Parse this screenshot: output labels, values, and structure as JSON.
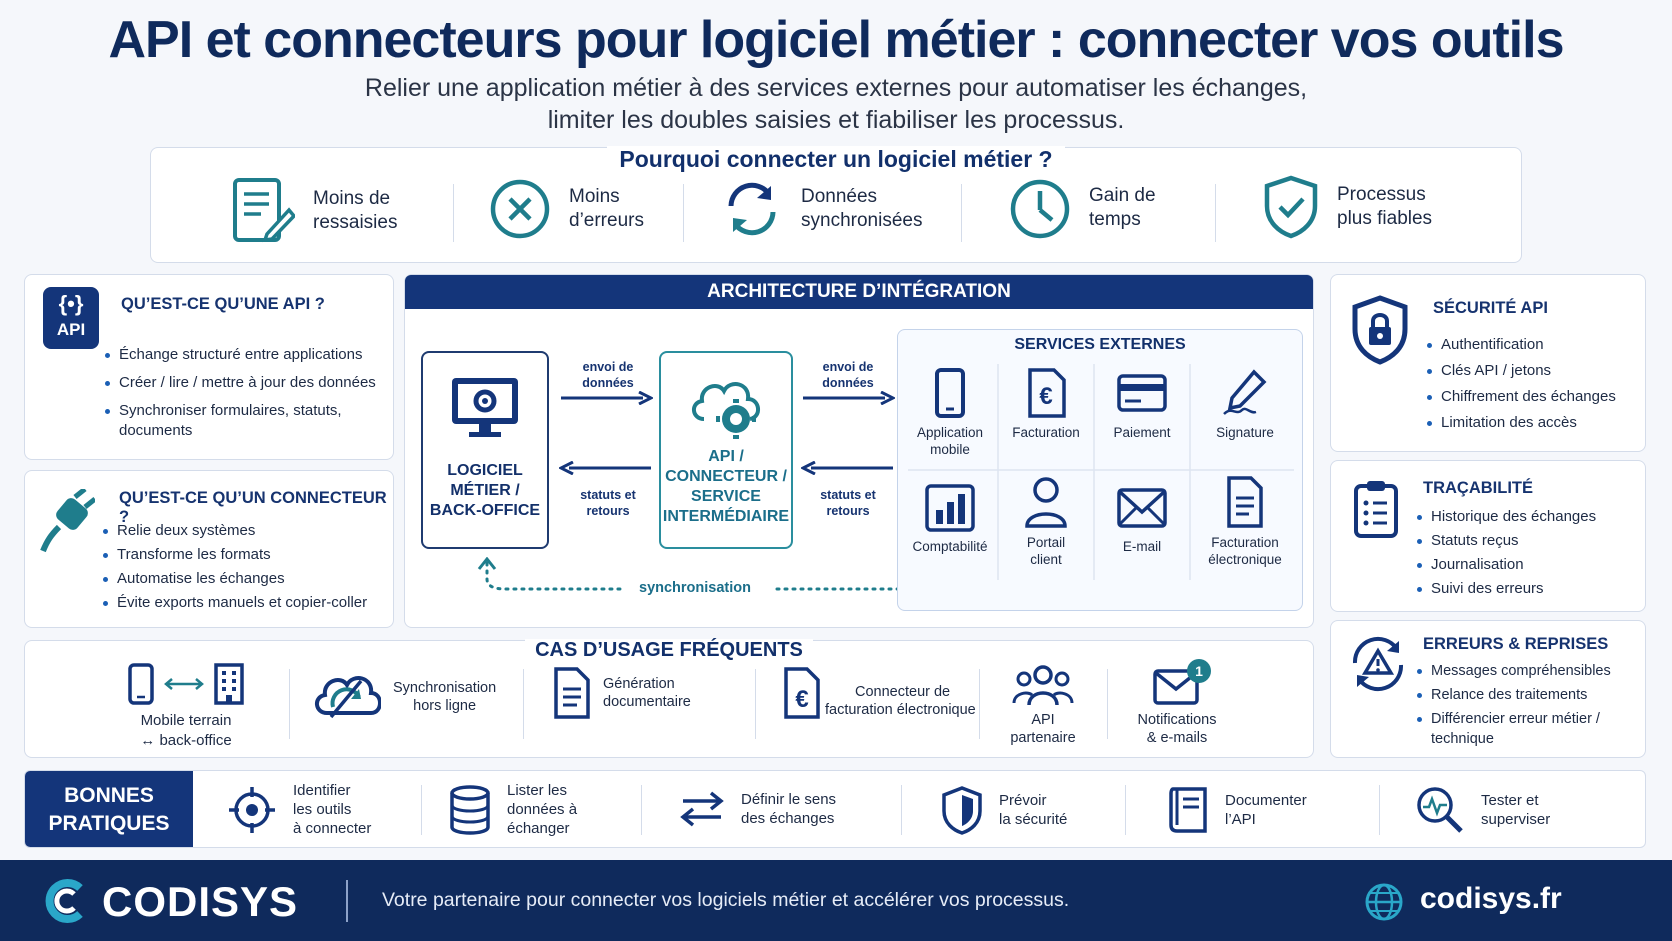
{
  "header": {
    "title": "API et connecteurs pour logiciel métier : connecter vos outils",
    "subtitle_line1": "Relier une application métier à des services externes pour automatiser les échanges,",
    "subtitle_line2": "limiter les doubles saisies et fiabiliser les processus."
  },
  "why": {
    "title": "Pourquoi connecter un logiciel métier ?",
    "items": [
      {
        "line1": "Moins de",
        "line2": "ressaisies",
        "icon": "document-edit-icon"
      },
      {
        "line1": "Moins",
        "line2": "d’erreurs",
        "icon": "x-circle-icon"
      },
      {
        "line1": "Données",
        "line2": "synchronisées",
        "icon": "sync-icon"
      },
      {
        "line1": "Gain de",
        "line2": "temps",
        "icon": "clock-icon"
      },
      {
        "line1": "Processus",
        "line2": "plus fiables",
        "icon": "shield-check-icon"
      }
    ]
  },
  "api_card": {
    "badge_top": "{•}",
    "badge_bottom": "API",
    "title": "QU’EST-CE QU’UNE API ?",
    "items": [
      "Échange structuré entre applications",
      "Créer / lire / mettre à jour des données",
      "Synchroniser formulaires, statuts, documents"
    ]
  },
  "connector_card": {
    "title": "QU’EST-CE QU’UN CONNECTEUR ?",
    "items": [
      "Relie deux systèmes",
      "Transforme les formats",
      "Automatise les échanges",
      "Évite exports manuels et copier-coller"
    ]
  },
  "architecture": {
    "title": "ARCHITECTURE D’INTÉGRATION",
    "logiciel": [
      "LOGICIEL",
      "MÉTIER /",
      "BACK-OFFICE"
    ],
    "api_node": [
      "API /",
      "CONNECTEUR /",
      "SERVICE",
      "INTERMÉDIAIRE"
    ],
    "send_label": [
      "envoi de",
      "données"
    ],
    "return_label": [
      "statuts et",
      "retours"
    ],
    "sync_label": "synchronisation",
    "services_title": "SERVICES EXTERNES",
    "services": [
      {
        "line1": "Application",
        "line2": "mobile"
      },
      {
        "line1": "Facturation",
        "line2": ""
      },
      {
        "line1": "Paiement",
        "line2": ""
      },
      {
        "line1": "Signature",
        "line2": ""
      },
      {
        "line1": "Comptabilité",
        "line2": ""
      },
      {
        "line1": "Portail",
        "line2": "client"
      },
      {
        "line1": "E-mail",
        "line2": ""
      },
      {
        "line1": "Facturation",
        "line2": "électronique"
      }
    ]
  },
  "security": {
    "title": "SÉCURITÉ API",
    "items": [
      "Authentification",
      "Clés API / jetons",
      "Chiffrement des échanges",
      "Limitation des accès"
    ]
  },
  "traceability": {
    "title": "TRAÇABILITÉ",
    "items": [
      "Historique des échanges",
      "Statuts reçus",
      "Journalisation",
      "Suivi des erreurs"
    ]
  },
  "errors": {
    "title": "ERREURS & REPRISES",
    "items": [
      "Messages compréhensibles",
      "Relance des traitements",
      "Différencier erreur métier / technique"
    ]
  },
  "usecases": {
    "title": "CAS D’USAGE FRÉQUENTS",
    "items": [
      {
        "line1": "Mobile terrain",
        "line2": "↔ back-office"
      },
      {
        "line1": "Synchronisation",
        "line2": "hors ligne"
      },
      {
        "line1": "Génération",
        "line2": "documentaire"
      },
      {
        "line1": "Connecteur de",
        "line2": "facturation électronique"
      },
      {
        "line1": "API",
        "line2": "partenaire"
      },
      {
        "line1": "Notifications",
        "line2": "& e-mails"
      }
    ],
    "notif_badge": "1"
  },
  "best": {
    "label_line1": "BONNES",
    "label_line2": "PRATIQUES",
    "items": [
      {
        "line1": "Identifier",
        "line2": "les outils",
        "line3": "à connecter"
      },
      {
        "line1": "Lister les",
        "line2": "données à",
        "line3": "échanger"
      },
      {
        "line1": "Définir le sens",
        "line2": "des échanges",
        "line3": ""
      },
      {
        "line1": "Prévoir",
        "line2": "la sécurité",
        "line3": ""
      },
      {
        "line1": "Documenter",
        "line2": "l’API",
        "line3": ""
      },
      {
        "line1": "Tester et",
        "line2": "superviser",
        "line3": ""
      }
    ]
  },
  "footer": {
    "brand": "CODISYS",
    "tagline": "Votre partenaire pour connecter vos logiciels métier et accélérer vos processus.",
    "site": "codisys.fr"
  },
  "colors": {
    "navy": "#0f2a5c",
    "teal": "#1f7d8c",
    "blue": "#1b5fb5"
  }
}
